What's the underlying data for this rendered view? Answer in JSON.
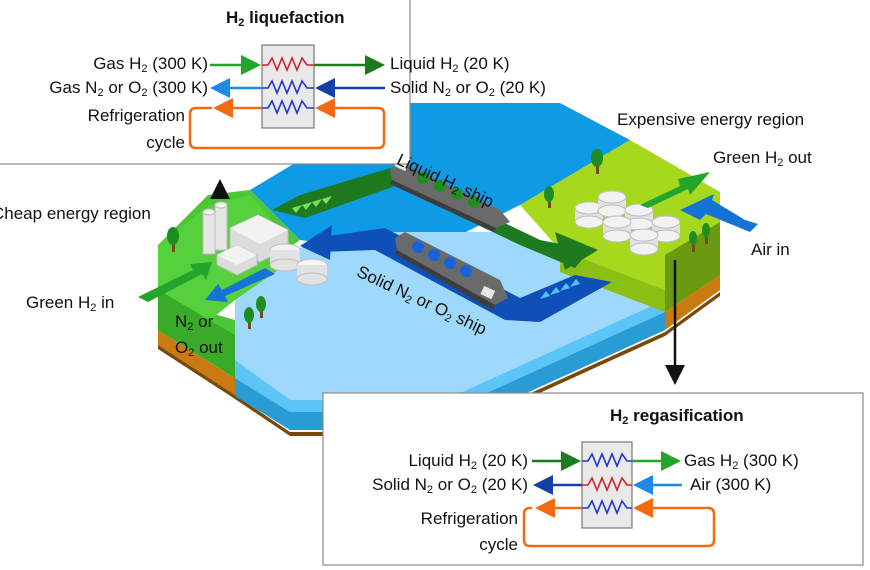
{
  "colors": {
    "water_deep": "#0f9ae6",
    "water_light": "#9ed8fb",
    "water_mid": "#3bb8f5",
    "cheap_land": "#4cc636",
    "expensive_land": "#a6d81e",
    "expensive_land_side": "#6a9a12",
    "soil": "#c97b12",
    "soil_dark": "#8a5208",
    "h2_route": "#1e8a1e",
    "n2o2_route": "#0f50b8",
    "green_arrow": "#22a52a",
    "blue_arrow": "#1673d6",
    "refrigeration": "#f26a12",
    "hx_hot": "#d2232a",
    "hx_cold": "#2233d0"
  },
  "liquefaction": {
    "title_prefix": "H",
    "title_sub": "2",
    "title_suffix": " liquefaction",
    "inputs": [
      {
        "name": "gas-h2-in",
        "pre": "Gas H",
        "sub": "2",
        "post": " (300 K)"
      },
      {
        "name": "gas-n2-o2-out",
        "pre": "Gas N",
        "sub": "2",
        "mid": " or O",
        "sub2": "2",
        "post": " (300 K)"
      }
    ],
    "refrig_line1": "Refrigeration",
    "refrig_line2": "cycle",
    "outputs": [
      {
        "name": "liquid-h2-out",
        "pre": "Liquid H",
        "sub": "2",
        "post": " (20 K)"
      },
      {
        "name": "solid-n2-o2-in",
        "pre": "Solid N",
        "sub": "2",
        "mid": " or O",
        "sub2": "2",
        "post": " (20 K)"
      }
    ]
  },
  "regasification": {
    "title_prefix": "H",
    "title_sub": "2",
    "title_suffix": " regasification",
    "inputs": [
      {
        "name": "liquid-h2-in",
        "pre": "Liquid H",
        "sub": "2",
        "post": " (20 K)"
      },
      {
        "name": "solid-n2-o2-out",
        "pre": "Solid N",
        "sub": "2",
        "mid": " or O",
        "sub2": "2",
        "post": " (20 K)"
      }
    ],
    "refrig_line1": "Refrigeration",
    "refrig_line2": "cycle",
    "outputs": [
      {
        "name": "gas-h2-out",
        "pre": "Gas H",
        "sub": "2",
        "post": " (300 K)"
      },
      {
        "name": "air-in",
        "pre": "Air (300 K)"
      }
    ]
  },
  "map": {
    "cheap_region": "Cheap energy region",
    "expensive_region": "Expensive energy region",
    "green_h2_in_pre": "Green H",
    "green_h2_in_sub": "2",
    "green_h2_in_post": " in",
    "green_h2_out_pre": "Green H",
    "green_h2_out_sub": "2",
    "green_h2_out_post": " out",
    "n2o2_out_l1_pre": "N",
    "n2o2_out_l1_sub": "2",
    "n2o2_out_l1_post": " or",
    "n2o2_out_l2_pre": "O",
    "n2o2_out_l2_sub": "2",
    "n2o2_out_l2_post": " out",
    "air_in": "Air in",
    "liquid_ship_pre": "Liquid H",
    "liquid_ship_sub": "2",
    "liquid_ship_post": " ship",
    "solid_ship_pre": "Solid N",
    "solid_ship_sub": "2",
    "solid_ship_mid": " or O",
    "solid_ship_sub2": "2",
    "solid_ship_post": " ship"
  }
}
